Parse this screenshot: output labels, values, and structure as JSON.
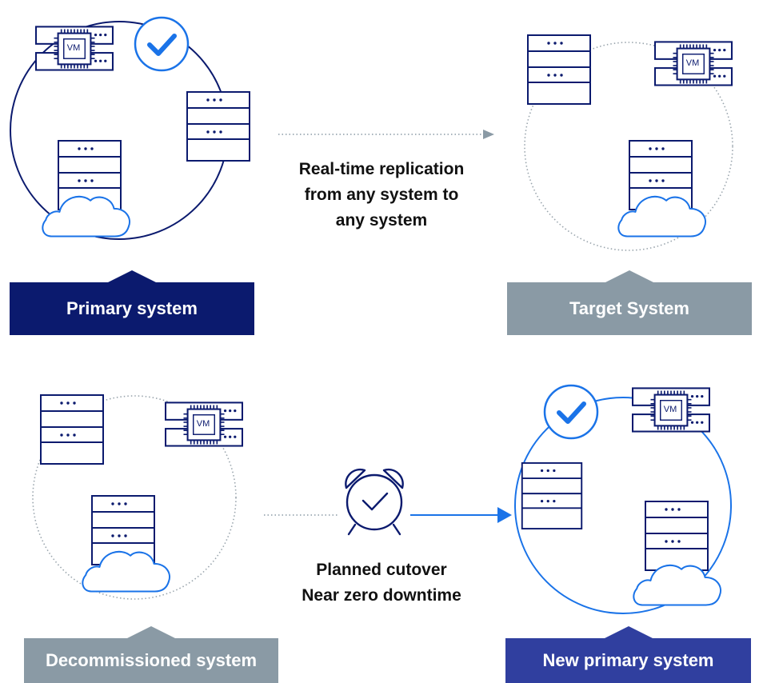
{
  "diagram": {
    "panels": [
      {
        "id": "primary",
        "label": "Primary system",
        "label_color": "#0b1a6e",
        "ring_style": "solid",
        "ring_color": "#0b1a6e",
        "icon_color": "#0b1a6e",
        "check": true,
        "check_color": "#1a73e8"
      },
      {
        "id": "target",
        "label": "Target System",
        "label_color": "#8a9aa5",
        "ring_style": "dotted",
        "ring_color": "#9aa5ad",
        "icon_color": "#0b1a6e",
        "check": false
      },
      {
        "id": "decommissioned",
        "label": "Decommissioned system",
        "label_color": "#8a9aa5",
        "ring_style": "dotted",
        "ring_color": "#9aa5ad",
        "icon_color": "#0b1a6e",
        "check": false
      },
      {
        "id": "new_primary",
        "label": "New primary system",
        "label_color": "#303f9f",
        "ring_style": "solid",
        "ring_color": "#1a73e8",
        "icon_color": "#0b1a6e",
        "check": true,
        "check_color": "#1a73e8"
      }
    ],
    "replication": {
      "line1": "Real-time replication",
      "line2": "from any system to",
      "line3": "any system"
    },
    "cutover": {
      "line1": "Planned cutover",
      "line2": "Near zero downtime"
    },
    "vm_label": "VM",
    "icons": [
      "server-icon",
      "vm-chip-icon",
      "cloud-icon",
      "checkmark-icon",
      "alarm-clock-icon"
    ],
    "colors": {
      "navy": "#0b1a6e",
      "blue": "#1a73e8",
      "grey": "#8a9aa5"
    }
  }
}
